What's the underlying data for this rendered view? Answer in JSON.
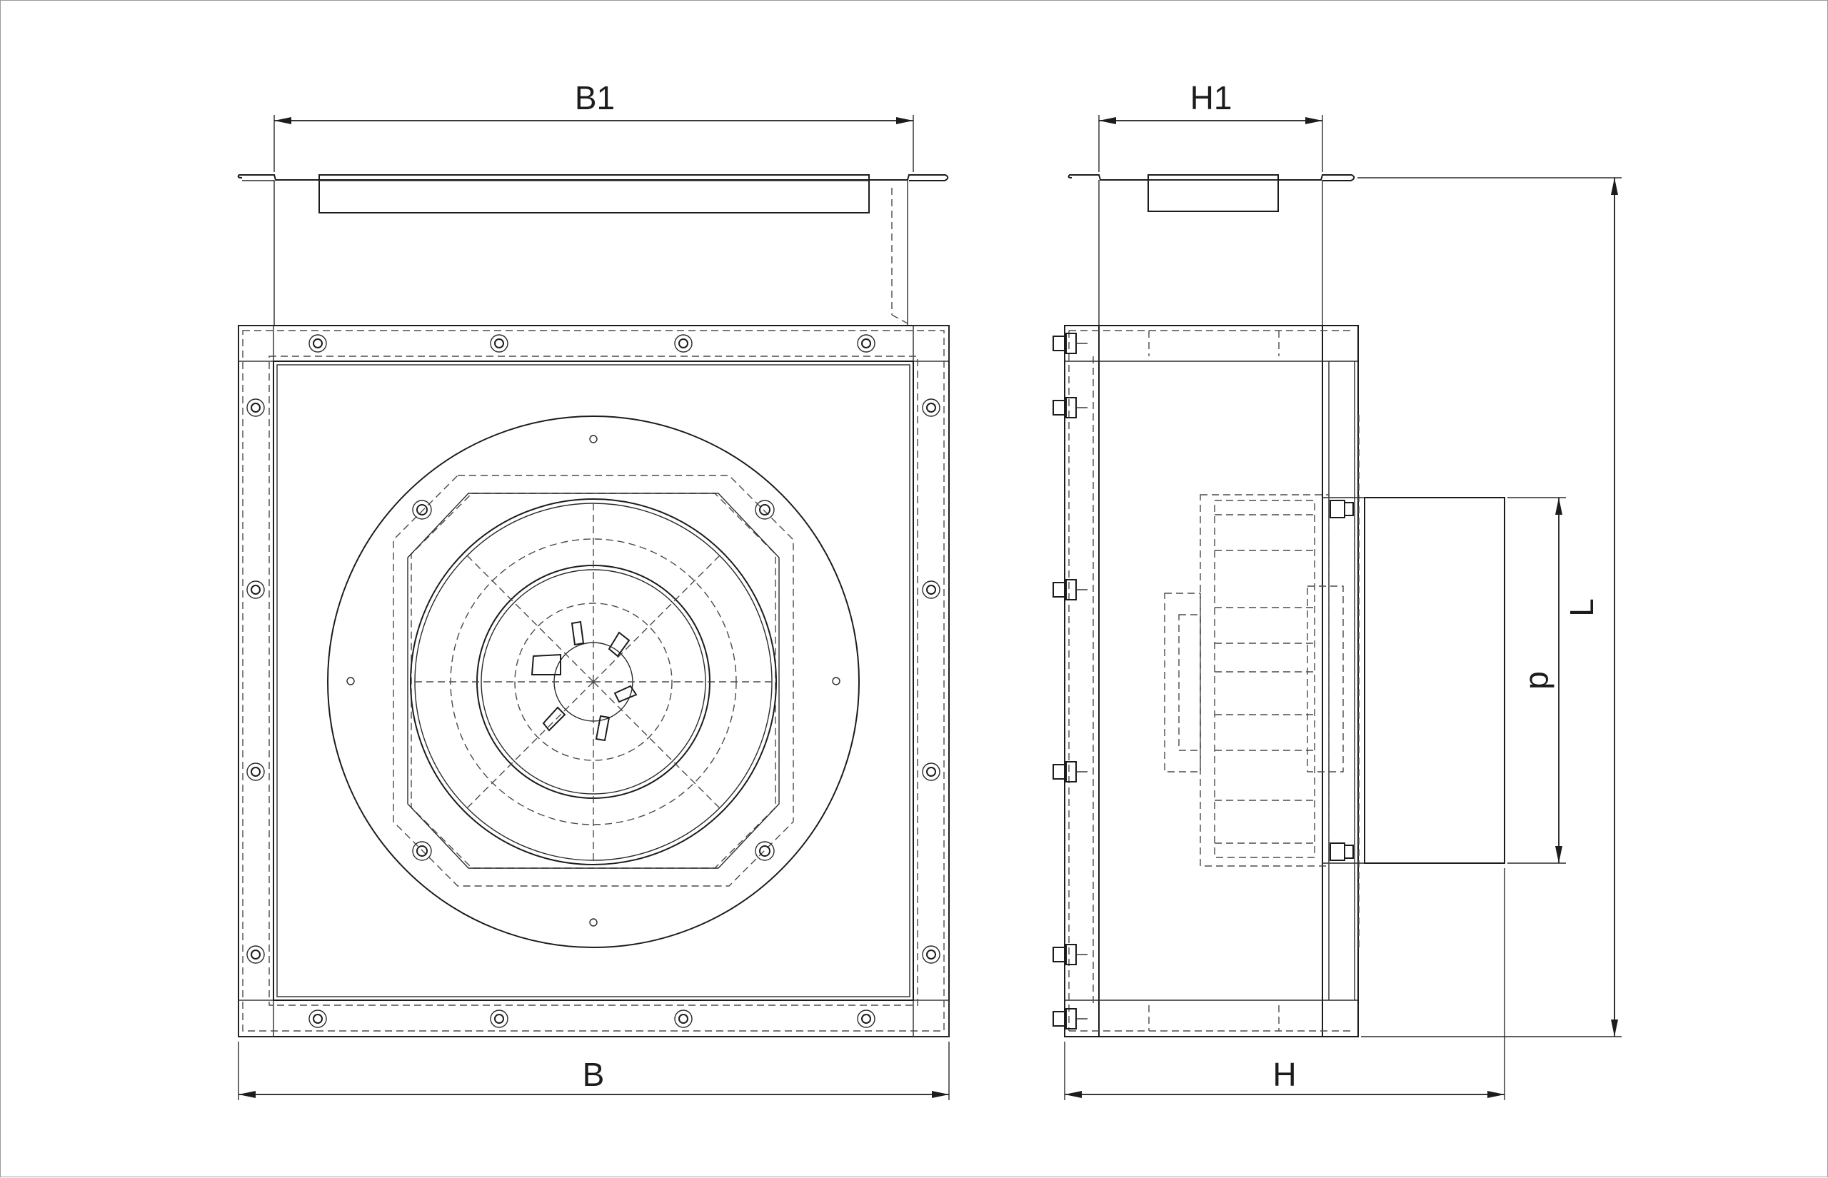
{
  "drawing": {
    "views": [
      "front-view",
      "side-view"
    ],
    "dimensions": {
      "b1": "B1",
      "b": "B",
      "h1": "H1",
      "h": "H",
      "l": "L",
      "d": "d"
    }
  },
  "colors": {
    "line": "#1c1c1c",
    "hidden": "#4a4a4a",
    "background": "#ffffff"
  }
}
